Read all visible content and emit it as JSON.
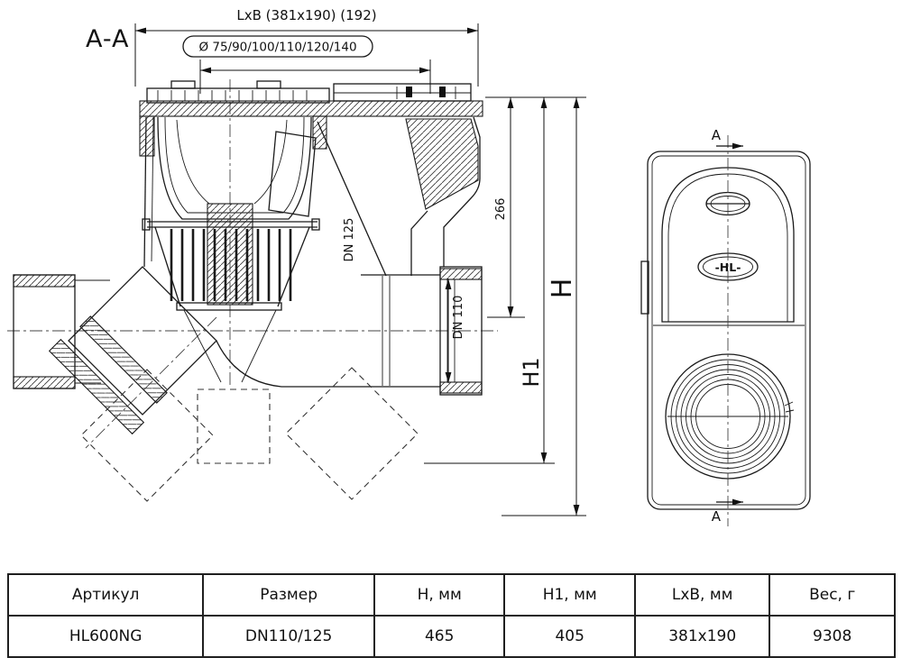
{
  "drawing": {
    "section_label": "A-A",
    "dim_lxb": "LxB (381x190) (192)",
    "dim_diameters": "Ø 75/90/100/110/120/140",
    "dim_266": "266",
    "dn125": "DN 125",
    "dn110": "DN 110",
    "dim_h": "H",
    "dim_h1": "H1",
    "section_marker": "A",
    "logo_text": "-HL-"
  },
  "table": {
    "headers": [
      "Артикул",
      "Размер",
      "H, мм",
      "H1, мм",
      "LxB, мм",
      "Вес, г"
    ],
    "row": [
      "HL600NG",
      "DN110/125",
      "465",
      "405",
      "381x190",
      "9308"
    ]
  }
}
